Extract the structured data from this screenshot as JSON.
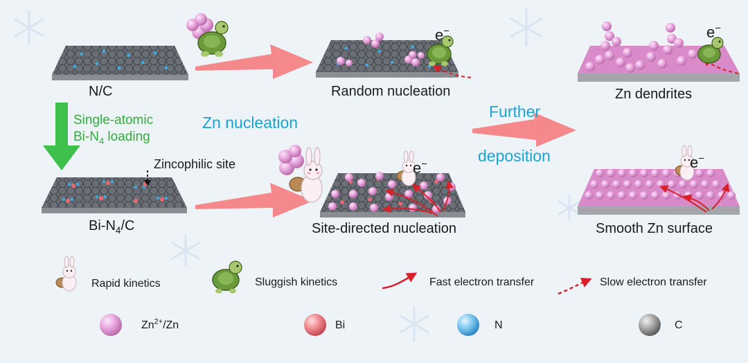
{
  "panels": {
    "nc": "N/C",
    "bin4c_prefix": "Bi-N",
    "bin4c_sub": "4",
    "bin4c_suffix": "/C",
    "random": "Random nucleation",
    "site_directed": "Site-directed nucleation",
    "dendrites": "Zn dendrites",
    "smooth": "Smooth Zn surface"
  },
  "process": {
    "loading_line1": "Single-atomic",
    "loading_prefix": "Bi-N",
    "loading_sub": "4",
    "loading_suffix": " loading",
    "zincophilic_site": "Zincophilic site",
    "zn_nucleation": "Zn nucleation",
    "further": "Further",
    "deposition": "deposition",
    "electron_symbol": "e",
    "electron_sup": "−"
  },
  "legend": {
    "rapid": "Rapid kinetics",
    "sluggish": "Sluggish kinetics",
    "fast": "Fast electron transfer",
    "slow": "Slow electron transfer",
    "zn_prefix": "Zn",
    "zn_sup": "2+",
    "zn_suffix": "/Zn",
    "bi": "Bi",
    "n": "N",
    "c": "C"
  },
  "colors": {
    "background": "#eef3f8",
    "graphene": "#5b5f66",
    "zn": "#e29ad8",
    "bi": "#e36a72",
    "n": "#3fa9e0",
    "c": "#8c8c8c",
    "arrow_pink": "#f4888a",
    "arrow_green": "#3fbf4c",
    "electron_red": "#d8202a",
    "label_blue": "#1aa3d6",
    "label_green": "#2fae3c"
  },
  "icons": [
    "rabbit-icon",
    "turtle-icon",
    "snowflake-icon",
    "sphere-icon"
  ]
}
